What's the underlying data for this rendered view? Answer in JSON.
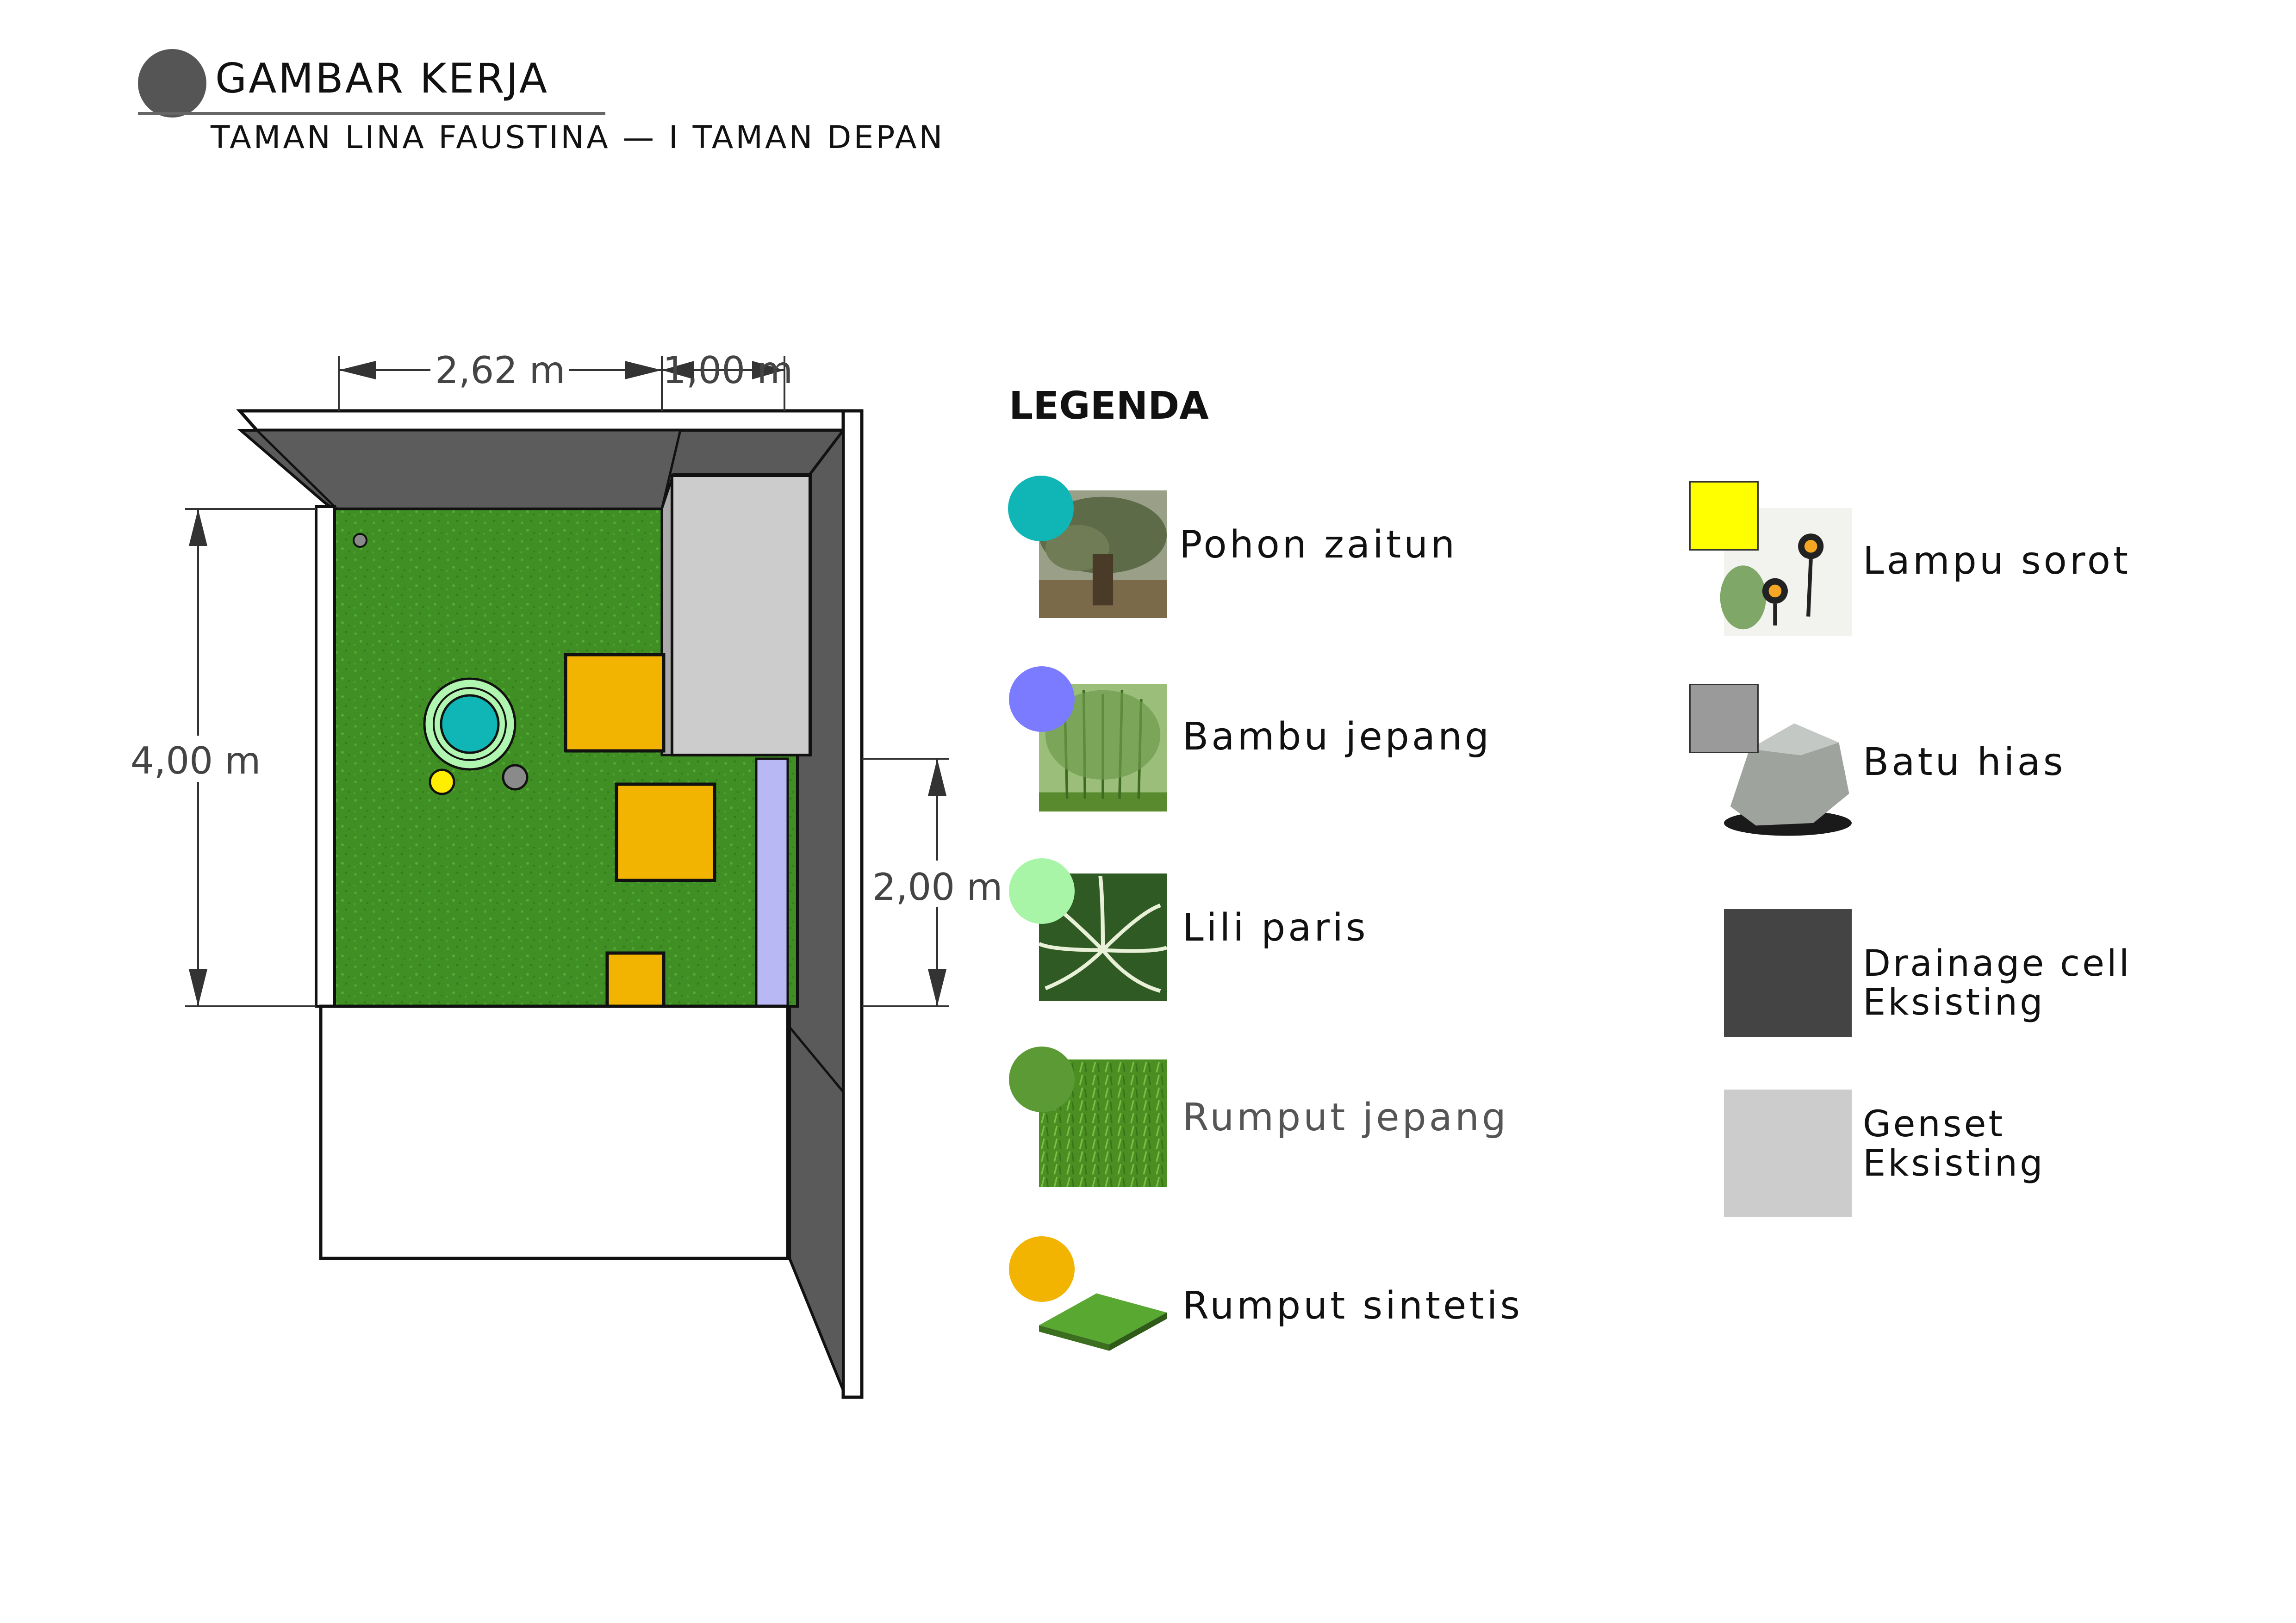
{
  "header": {
    "title": "GAMBAR KERJA",
    "subtitle": "TAMAN LINA FAUSTINA — I TAMAN DEPAN"
  },
  "plan": {
    "dimensions": {
      "top_left": "2,62 m",
      "top_right": "1,00 m",
      "left": "4,00 m",
      "right": "2,00 m"
    },
    "colors": {
      "grass": "#3f8f24",
      "drainage": "#5a5a5a",
      "genset": "#cccccc",
      "synthetic": "#f2b400",
      "olive_tree": "#10b5b5",
      "lily": "#b0f5b0",
      "bamboo_strip": "#b8b8f5",
      "spotlight": "#ffee00",
      "stone": "#8a8a8a"
    }
  },
  "legend": {
    "heading": "LEGENDA",
    "items": [
      {
        "label": "Pohon  zaitun",
        "dot_color": "#10b5b5",
        "icon": "olive-tree-photo"
      },
      {
        "label": "Bambu  jepang",
        "dot_color": "#7b7bff",
        "icon": "bamboo-photo"
      },
      {
        "label": "Lili  paris",
        "dot_color": "#a8f5a8",
        "icon": "spider-lily-photo"
      },
      {
        "label": "Rumput  jepang",
        "dot_color": "#5b9a35",
        "icon": "grass-photo"
      },
      {
        "label": "Rumput  sintetis",
        "dot_color": "#f2b400",
        "icon": "synthetic-turf-photo"
      },
      {
        "label": "Lampu  sorot",
        "square_color": "#ffff00",
        "icon": "spotlight-photo"
      },
      {
        "label": "Batu  hias",
        "square_color": "#9a9a9a",
        "icon": "stone-photo"
      }
    ],
    "drainage": {
      "label": "Drainage  cell",
      "sub": "Eksisting",
      "color": "#444444"
    },
    "genset": {
      "label": "Genset",
      "sub": "Eksisting",
      "color": "#cccccc"
    }
  }
}
